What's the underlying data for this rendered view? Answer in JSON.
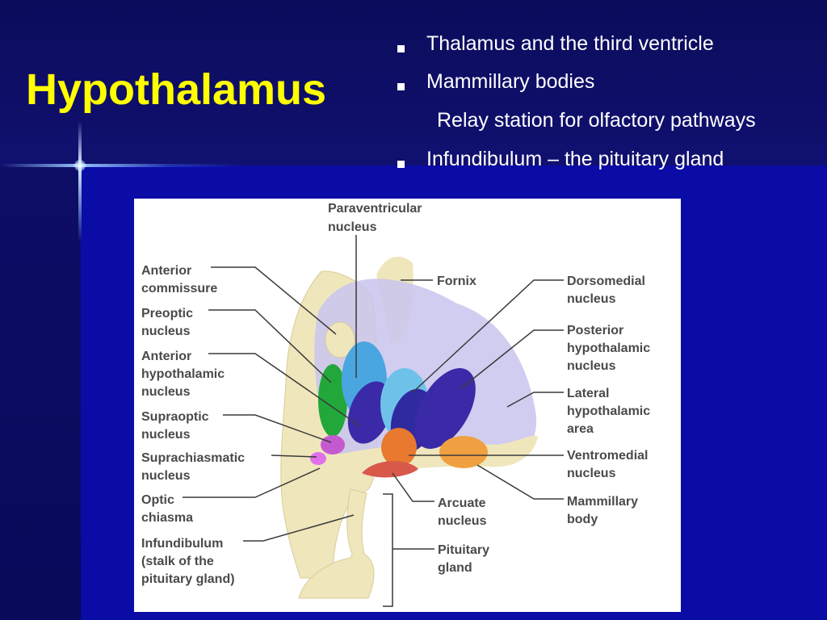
{
  "slide": {
    "title": "Hypothalamus",
    "bullets": [
      {
        "text": "Thalamus and the third ventricle",
        "bullet": true
      },
      {
        "text": "Mammillary bodies",
        "bullet": true
      },
      {
        "text": "Relay station for olfactory pathways",
        "bullet": false
      },
      {
        "text": "Infundibulum – the pituitary gland",
        "bullet": true
      }
    ]
  },
  "figure": {
    "labels": {
      "paraventricular_1": "Paraventricular",
      "paraventricular_2": "nucleus",
      "anterior_commissure_1": "Anterior",
      "anterior_commissure_2": "commissure",
      "preoptic_1": "Preoptic",
      "preoptic_2": "nucleus",
      "anterior_hypothalamic_1": "Anterior",
      "anterior_hypothalamic_2": "hypothalamic",
      "anterior_hypothalamic_3": "nucleus",
      "supraoptic_1": "Supraoptic",
      "supraoptic_2": "nucleus",
      "suprachiasmatic_1": "Suprachiasmatic",
      "suprachiasmatic_2": "nucleus",
      "optic_chiasma_1": "Optic",
      "optic_chiasma_2": "chiasma",
      "infundibulum_1": "Infundibulum",
      "infundibulum_2": "(stalk of the",
      "infundibulum_3": "pituitary gland)",
      "fornix": "Fornix",
      "dorsomedial_1": "Dorsomedial",
      "dorsomedial_2": "nucleus",
      "posterior_hypothalamic_1": "Posterior",
      "posterior_hypothalamic_2": "hypothalamic",
      "posterior_hypothalamic_3": "nucleus",
      "lateral_hypothalamic_1": "Lateral",
      "lateral_hypothalamic_2": "hypothalamic",
      "lateral_hypothalamic_3": "area",
      "ventromedial_1": "Ventromedial",
      "ventromedial_2": "nucleus",
      "mammillary_1": "Mammillary",
      "mammillary_2": "body",
      "arcuate_1": "Arcuate",
      "arcuate_2": "nucleus",
      "pituitary_1": "Pituitary",
      "pituitary_2": "gland"
    },
    "colors": {
      "tissue": "#efe6bc",
      "lateral_area": "#c9c4ee",
      "green_nucleus": "#22a83a",
      "magenta_nucleus": "#c45ad0",
      "light_blue_nucleus": "#4aa6e0",
      "dark_blue_nucleus": "#3a2aa8",
      "orange_nucleus": "#e8792e",
      "red_nucleus": "#d8584a",
      "mammillary_body": "#f0a040"
    }
  }
}
